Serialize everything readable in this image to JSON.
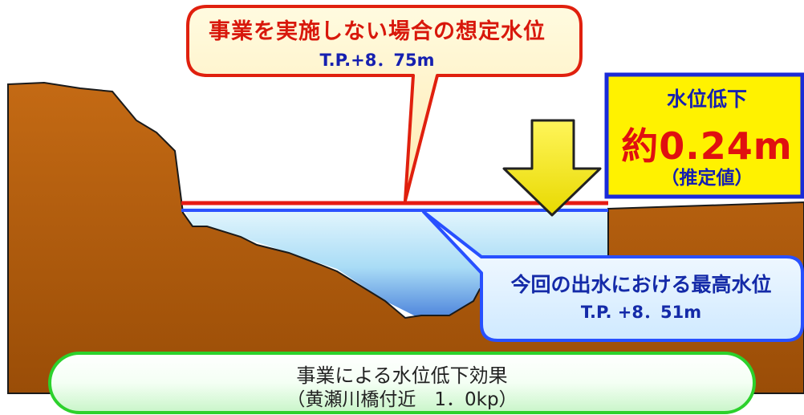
{
  "colors": {
    "earth": "#b8610f",
    "earth_dark": "#8a4508",
    "water_top": "#cfeefb",
    "water_bottom": "#3f7fd6",
    "red_line": "#e61a14",
    "blue_line": "#2b52ff",
    "arrow_fill": "#f0ea00",
    "callout_red_border": "#e0200e",
    "callout_blue_border": "#2850ff",
    "yellow_box": "#fff200",
    "yellow_box_border": "#1a2bd8",
    "bottom_bar_border": "#2cd12c"
  },
  "callout_no_project": {
    "title": "事業を実施しない場合の想定水位",
    "level": "T.P.+8．75m"
  },
  "callout_actual": {
    "title": "今回の出水における最高水位",
    "level": "T.P. +8．51m"
  },
  "drop_box": {
    "label": "水位低下",
    "value": "約0.24m",
    "note": "（推定値）"
  },
  "bottom_bar": {
    "line1": "事業による水位低下効果",
    "line2": "（黄瀬川橋付近　1．0kp）"
  },
  "icons": {
    "down_arrow": "down-arrow-icon"
  }
}
